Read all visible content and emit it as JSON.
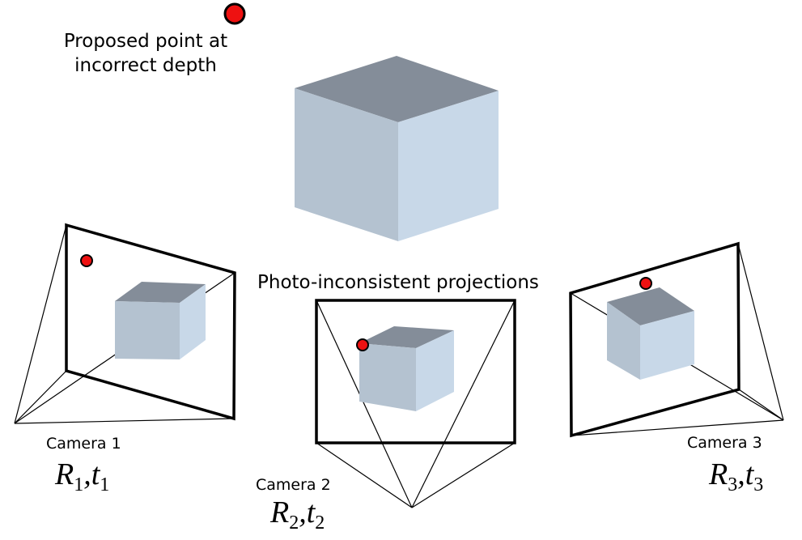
{
  "labels": {
    "proposed_point": "Proposed point at incorrect depth",
    "proposed_point_line1": "Proposed point at",
    "proposed_point_line2": "incorrect depth",
    "projections": "Photo-inconsistent projections"
  },
  "cameras": [
    {
      "name": "Camera 1",
      "r": "R",
      "r_sub": "1",
      "sep": ",",
      "t": "t",
      "t_sub": "1"
    },
    {
      "name": "Camera 2",
      "r": "R",
      "r_sub": "2",
      "sep": ",",
      "t": "t",
      "t_sub": "2"
    },
    {
      "name": "Camera 3",
      "r": "R",
      "r_sub": "3",
      "sep": ",",
      "t": "t",
      "t_sub": "3"
    }
  ],
  "colors": {
    "cube_top": "#848d99",
    "cube_front": "#b4c2d0",
    "cube_side": "#c8d8e8",
    "point_fill": "#ee1111",
    "point_stroke": "#000000",
    "frame": "#000000"
  }
}
